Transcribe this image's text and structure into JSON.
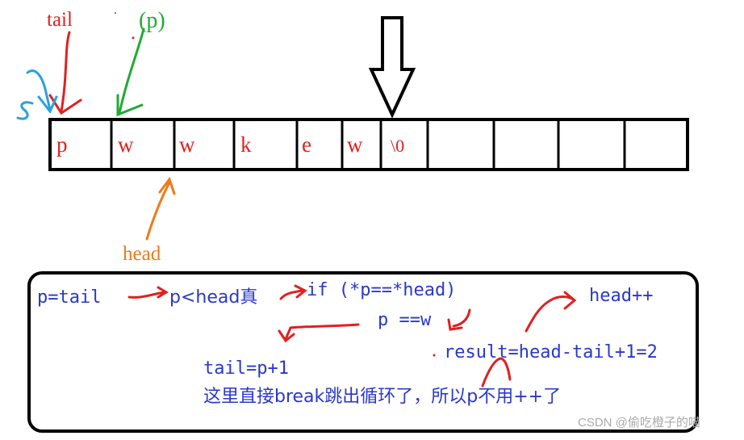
{
  "labels": {
    "tail": "tail",
    "p": "(p)",
    "head": "head"
  },
  "cells": [
    "p",
    "w",
    "w",
    "k",
    "e",
    "w",
    "\\0",
    "",
    "",
    "",
    ""
  ],
  "code": {
    "p_eq_tail": "p=tail",
    "p_lt_head": "p<head真",
    "if_cond": "if (*p==*head)",
    "p_eq_w": "p ==w",
    "head_inc": "head++",
    "tail_eq": "tail=p+1",
    "result": "result=head-tail+1=2",
    "note": "这里直接break跳出循环了，所以p不用++了"
  },
  "watermark": "CSDN @偷吃橙子的喵",
  "colors": {
    "red": "#e02020",
    "green": "#22aa33",
    "blue_text": "#2a38c8",
    "blue_sketch": "#2aa0e0",
    "orange": "#f07a1a",
    "black": "#000000"
  }
}
